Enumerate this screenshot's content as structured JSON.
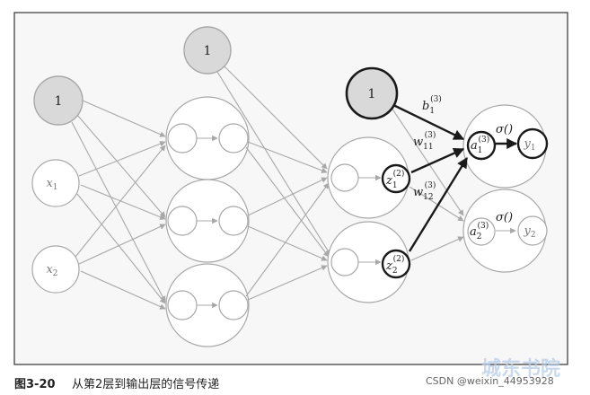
{
  "figure": {
    "caption_number": "图3-20",
    "caption_text": "从第2层到输出层的信号传递"
  },
  "watermarks": {
    "csdn": "CSDN @weixin_44953928",
    "site": "城东书院"
  },
  "diagram": {
    "bias_symbol": "1",
    "input_nodes": [
      {
        "base": "x",
        "sub": "1"
      },
      {
        "base": "x",
        "sub": "2"
      }
    ],
    "layer2_nodes": [
      {
        "base": "z",
        "sub": "1",
        "sup": "(2)"
      },
      {
        "base": "z",
        "sub": "2",
        "sup": "(2)"
      }
    ],
    "layer3_nodes": [
      {
        "base": "a",
        "sub": "1",
        "sup": "(3)"
      },
      {
        "base": "a",
        "sub": "2",
        "sup": "(3)"
      }
    ],
    "output_nodes": [
      {
        "base": "y",
        "sub": "1"
      },
      {
        "base": "y",
        "sub": "2"
      }
    ],
    "activation_label": "σ()",
    "edge_labels": [
      {
        "base": "b",
        "sub": "1",
        "sup": "(3)"
      },
      {
        "base": "w",
        "sub": "11",
        "sup": "(3)"
      },
      {
        "base": "w",
        "sub": "12",
        "sup": "(3)"
      }
    ]
  }
}
